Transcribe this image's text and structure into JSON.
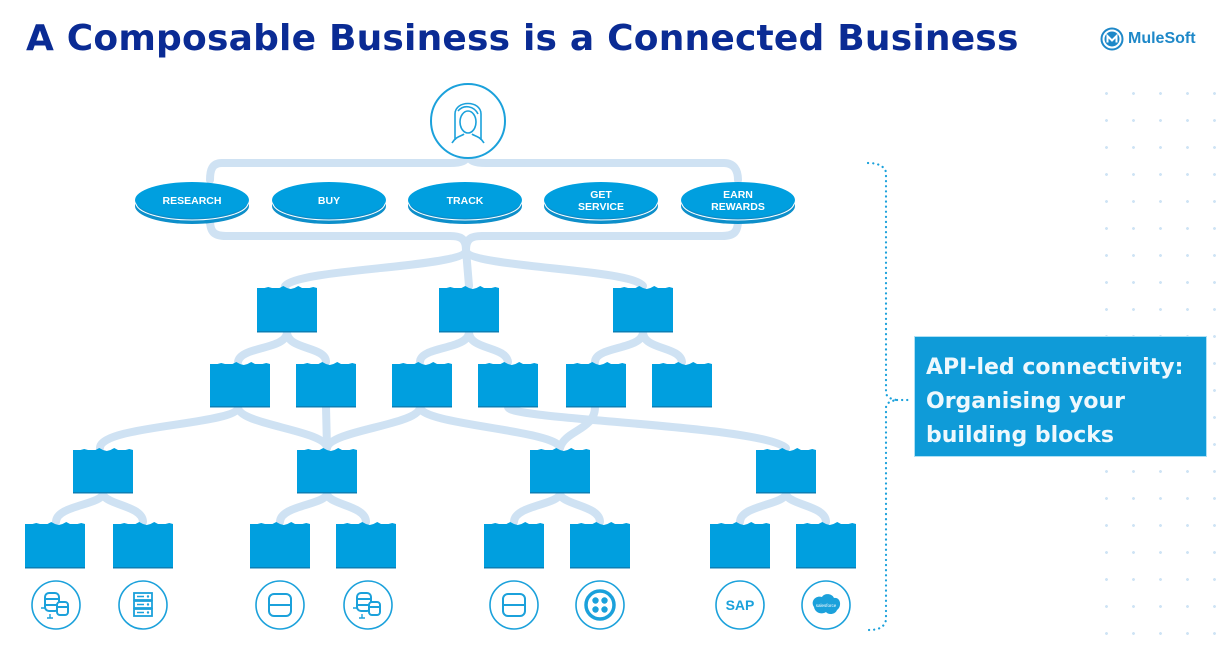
{
  "title": "A Composable Business is a Connected Business",
  "logo": {
    "text": "MuleSoft",
    "icon": "mulesoft-logo-icon"
  },
  "customer": {
    "icon": "customer-avatar-icon"
  },
  "experiences": [
    {
      "lines": [
        "RESEARCH"
      ]
    },
    {
      "lines": [
        "BUY"
      ]
    },
    {
      "lines": [
        "TRACK"
      ]
    },
    {
      "lines": [
        "GET",
        "SERVICE"
      ]
    },
    {
      "lines": [
        "EARN",
        "REWARDS"
      ]
    }
  ],
  "systems": [
    {
      "icon": "database-cluster-icon"
    },
    {
      "icon": "server-rack-icon"
    },
    {
      "icon": "database-icon"
    },
    {
      "icon": "database-cluster-icon"
    },
    {
      "icon": "database-icon"
    },
    {
      "icon": "twilio-icon"
    },
    {
      "icon": "sap-icon",
      "label": "SAP"
    },
    {
      "icon": "salesforce-icon",
      "label": "salesforce"
    }
  ],
  "callout": {
    "lines": [
      "API-led connectivity:",
      "Organising your",
      "building blocks"
    ]
  },
  "colors": {
    "title": "#0a2b94",
    "block": "#009fdf",
    "connector": "#cfe2f3",
    "callout": "#0f9bd8",
    "icon_stroke": "#1ba1db"
  }
}
